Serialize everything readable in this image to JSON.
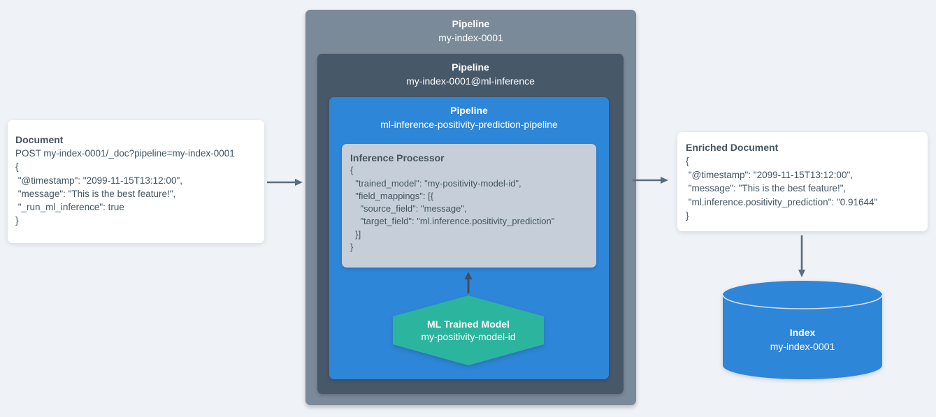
{
  "left_document": {
    "title": "Document",
    "lines": [
      "POST my-index-0001/_doc?pipeline=my-index-0001",
      "{",
      " \"@timestamp\": \"2099-11-15T13:12:00\",",
      " \"message\": \"This is the best feature!\",",
      " \"_run_ml_inference\": true",
      "}"
    ]
  },
  "outer_pipeline": {
    "label": "Pipeline",
    "name": "my-index-0001"
  },
  "ml_pipeline": {
    "label": "Pipeline",
    "name": "my-index-0001@ml-inference"
  },
  "inference_pipeline": {
    "label": "Pipeline",
    "name": "ml-inference-positivity-prediction-pipeline"
  },
  "inference_processor": {
    "title": "Inference Processor",
    "lines": [
      "{",
      "  \"trained_model\": \"my-positivity-model-id\",",
      "  \"field_mappings\": [{",
      "    \"source_field\": \"message\",",
      "    \"target_field\": \"ml.inference.positivity_prediction\"",
      "  }]",
      "}"
    ]
  },
  "ml_trained_model": {
    "label": "ML Trained Model",
    "name": "my-positivity-model-id"
  },
  "enriched_document": {
    "title": "Enriched Document",
    "lines": [
      "{",
      " \"@timestamp\": \"2099-11-15T13:12:00\",",
      " \"message\": \"This is the best feature!\",",
      " \"ml.inference.positivity_prediction\": \"0.91644\"",
      "}"
    ]
  },
  "index": {
    "label": "Index",
    "name": "my-index-0001"
  },
  "colors": {
    "background": "#EFF2F6",
    "pipeline_outer": "#7A8A99",
    "pipeline_ml": "#475869",
    "pipeline_inference": "#2E86D8",
    "processor_card": "#C6CFD9",
    "card_background": "#FFFFFF",
    "card_text": "#44545F",
    "model_hexagon": "#2BB59E",
    "index_cylinder": "#2E86D8",
    "cylinder_rim": "#D6DEE4",
    "flow_arrow": "#5B6D7D",
    "model_arrow": "#414E5B"
  }
}
